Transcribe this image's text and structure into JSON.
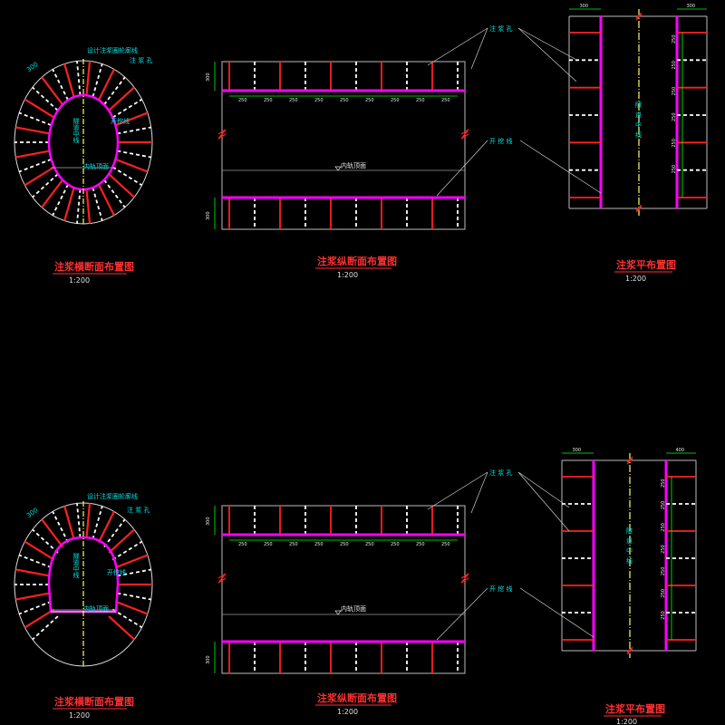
{
  "sets": [
    {
      "cross_section": {
        "title": "注浆横断面布置图",
        "scale": "1:200",
        "labels": {
          "design_line": "设计注浆圈轮廓线",
          "grout_hole": "注 浆 孔",
          "excavation_line": "开挖线",
          "tunnel_center": "隧道中线",
          "rail_top": "内轨顶面",
          "dimension": "300"
        }
      },
      "longitudinal": {
        "title": "注浆纵断面布置图",
        "scale": "1:200",
        "labels": {
          "grout_hole": "注 浆 孔",
          "excavation_line": "开 挖 线",
          "rail_top": "内轨顶面",
          "spacing": [
            "250",
            "250",
            "250",
            "250",
            "250",
            "250",
            "250",
            "250",
            "250"
          ],
          "top_dim": "300",
          "bottom_dim": "300"
        }
      },
      "plan": {
        "title": "注浆平布置图",
        "scale": "1:200",
        "labels": {
          "tunnel_center": "隧道中线",
          "left_width": "300",
          "right_width": "300",
          "spacing": [
            "250",
            "250",
            "250",
            "250",
            "250",
            "250"
          ]
        }
      }
    },
    {
      "cross_section": {
        "title": "注浆横断面布置图",
        "scale": "1:200",
        "labels": {
          "design_line": "设计注浆圈轮廓线",
          "grout_hole": "注 浆 孔",
          "excavation_line": "开挖线",
          "tunnel_center": "隧道中线",
          "rail_top": "内轨顶面",
          "dimension": "300"
        }
      },
      "longitudinal": {
        "title": "注浆纵断面布置图",
        "scale": "1:200",
        "labels": {
          "grout_hole": "注 浆 孔",
          "excavation_line": "开 挖 线",
          "rail_top": "内轨顶面",
          "spacing": [
            "250",
            "250",
            "250",
            "250",
            "250",
            "250",
            "250",
            "250",
            "250"
          ],
          "top_dim": "300",
          "bottom_dim": "300"
        }
      },
      "plan": {
        "title": "注浆平布置图",
        "scale": "1:200",
        "labels": {
          "tunnel_center": "隧道中线",
          "left_width": "300",
          "right_width": "400",
          "spacing": [
            "250",
            "250",
            "250",
            "250",
            "250",
            "250",
            "250"
          ]
        }
      }
    }
  ],
  "colors": {
    "grout_hole_solid": "#ff2020",
    "grout_hole_dashed": "#ffffff",
    "excavation": "#ff00ff",
    "centerline": "#ffff66",
    "dimension": "#00ff00",
    "label": "#00e0e0",
    "caption": "#ff3030"
  }
}
